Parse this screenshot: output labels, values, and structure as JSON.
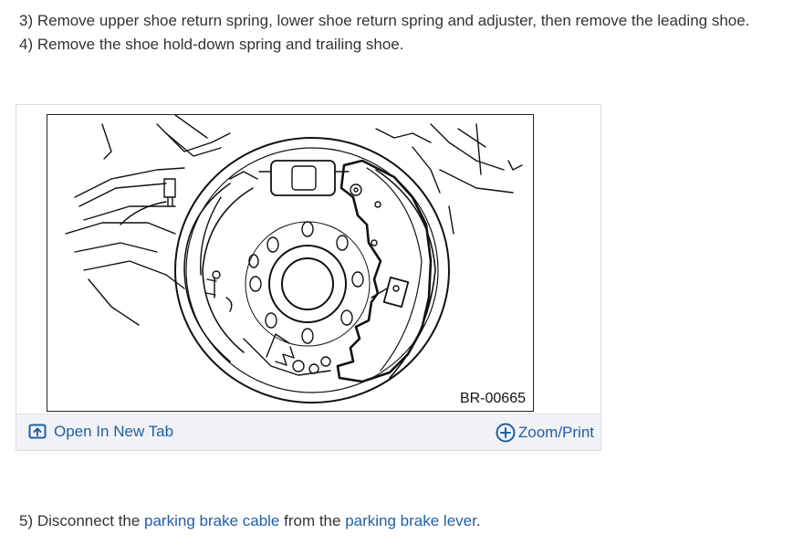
{
  "steps": {
    "step3": "3) Remove upper shoe return spring, lower shoe return spring and adjuster, then remove the leading shoe.",
    "step4": "4) Remove the shoe hold-down spring and trailing shoe.",
    "step5": {
      "prefix": "5) Disconnect the ",
      "link1": "parking brake cable",
      "middle": " from the ",
      "link2": "parking brake lever",
      "suffix": "."
    }
  },
  "figure": {
    "code": "BR-00665",
    "open_label": "Open In New Tab",
    "zoom_label": "Zoom/Print",
    "open_icon": "open-in-new-tab-icon",
    "zoom_icon": "zoom-plus-icon"
  },
  "colors": {
    "link": "#1f5fa6",
    "text": "#333333",
    "bar_bg": "#f1f2f5"
  }
}
